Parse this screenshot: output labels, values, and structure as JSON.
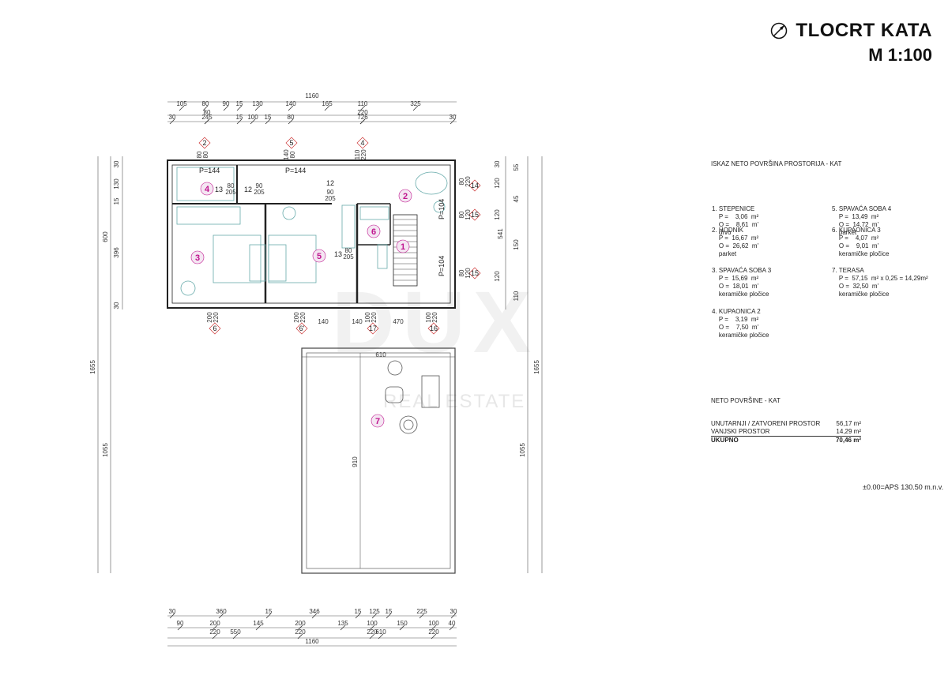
{
  "title": {
    "main": "TLOCRT KATA",
    "scale": "M 1:100"
  },
  "table_title": "ISKAZ NETO POVRŠINA PROSTORIJA - KAT",
  "rooms": [
    {
      "num": "1.",
      "name": "STEPENICE",
      "p": "P =    3,06  m²",
      "o": "O =    8,61  m'",
      "floor": "drvo"
    },
    {
      "num": "2.",
      "name": "HODNIK",
      "p": "P =  16,67  m²",
      "o": "O =  26,62  m'",
      "floor": "parket"
    },
    {
      "num": "3.",
      "name": "SPAVAĆA SOBA 3",
      "p": "P =  15,69  m²",
      "o": "O =  18,01  m'",
      "floor": "keramičke pločice"
    },
    {
      "num": "4.",
      "name": "KUPAONICA 2",
      "p": "P =    3,19  m²",
      "o": "O =    7,50  m'",
      "floor": "keramičke pločice"
    },
    {
      "num": "5.",
      "name": "SPAVAĆA SOBA 4",
      "p": "P =  13,49  m²",
      "o": "O =  14,72  m'",
      "floor": "parket"
    },
    {
      "num": "6.",
      "name": "KUPAONICA 3",
      "p": "P =    4,07  m²",
      "o": "O =    9,01  m'",
      "floor": "keramičke pločice"
    },
    {
      "num": "7.",
      "name": "TERASA",
      "p": "P =  57,15  m² x 0,25 = 14,29m²",
      "o": "O =  32,50  m'",
      "floor": "keramičke pločice"
    }
  ],
  "summary": {
    "title": "NETO POVRŠINE - KAT",
    "rows": [
      {
        "label": "UNUTARNJI / ZATVORENI PROSTOR",
        "value": "56,17  m²"
      },
      {
        "label": "VANJSKI PROSTOR",
        "value": "14,29  m²"
      }
    ],
    "total_label": "UKUPNO",
    "total_value": "70,46  m²"
  },
  "elevation_note": "±0.00=APS 130.50 m.n.v.",
  "watermark": {
    "brand": "DUX",
    "sub": "REAL ESTATE"
  },
  "plan": {
    "room_labels": [
      "1",
      "2",
      "3",
      "4",
      "5",
      "6",
      "7"
    ],
    "top_dims_row1": [
      "105",
      "80",
      "90",
      "15",
      "130",
      "140",
      "165",
      "110",
      "325"
    ],
    "top_dims_row2": [
      "30",
      "80",
      "245",
      "15",
      "100",
      "15",
      "80",
      "220",
      "726",
      "30"
    ],
    "top_total": "1160",
    "bottom_dims_row1": [
      "30",
      "360",
      "15",
      "346",
      "15",
      "125",
      "15",
      "225",
      "30"
    ],
    "bottom_dims_row2": [
      "90",
      "200",
      "145",
      "200",
      "135",
      "100",
      "150",
      "100",
      "40"
    ],
    "bottom_dims_row3": [
      "220",
      "550",
      "220",
      "220",
      "610",
      "220"
    ],
    "bottom_total": "1160",
    "left_dims": [
      "30",
      "130",
      "15",
      "396",
      "30"
    ],
    "left_total_a": "600",
    "left_total_b": "1655",
    "left_total_c": "1055",
    "right_dims": [
      "30",
      "55",
      "120",
      "45",
      "120",
      "150",
      "120",
      "110"
    ],
    "right_total_a": "541",
    "right_total_b": "1655",
    "right_total_c": "1055",
    "terrace_width": "610",
    "terrace_depth": "910",
    "markers": {
      "top": [
        "2",
        "5",
        "4"
      ],
      "right": [
        "14",
        "15",
        "15"
      ],
      "bottom": [
        "6",
        "6'",
        "17",
        "16"
      ]
    },
    "door_labels": [
      "P=144",
      "P=144",
      "P=104",
      "P=104"
    ],
    "window_sizes": [
      "80\n80",
      "140\n80",
      "110\n220",
      "80\n220",
      "80\n120",
      "80\n120",
      "200\n220",
      "200\n220",
      "100\n220",
      "100\n220"
    ],
    "opening_tags": [
      "13",
      "12",
      "12",
      "13"
    ],
    "door_sizes": [
      "80 205",
      "90 205",
      "90 205",
      "80 205"
    ],
    "interior_dims": [
      "140",
      "140",
      "470"
    ]
  }
}
